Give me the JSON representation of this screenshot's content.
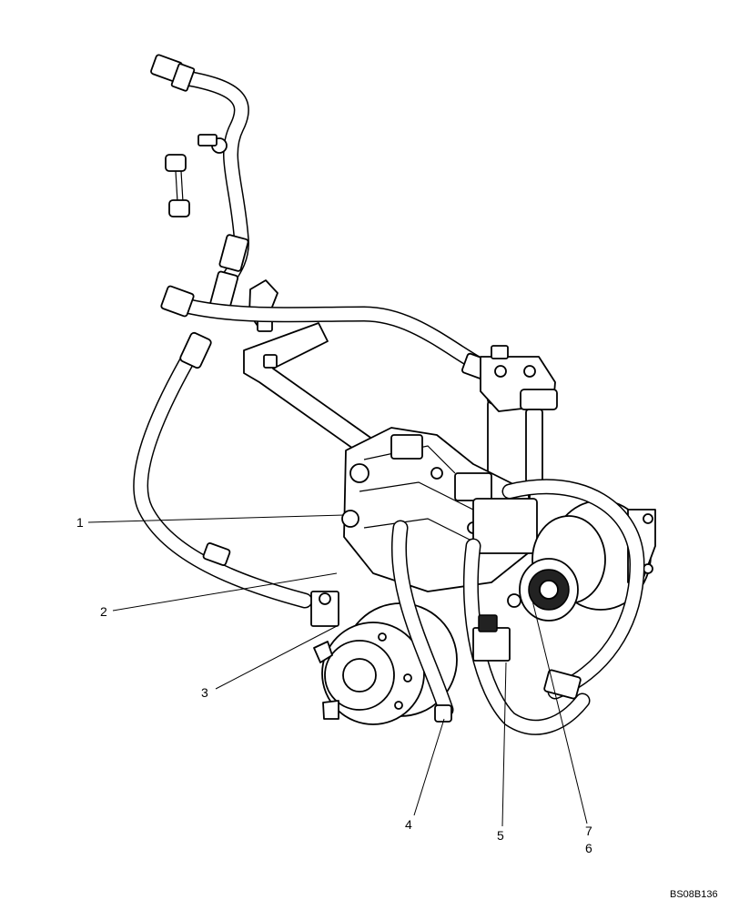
{
  "callouts": [
    {
      "id": "1",
      "label": "1"
    },
    {
      "id": "2",
      "label": "2"
    },
    {
      "id": "3",
      "label": "3"
    },
    {
      "id": "4",
      "label": "4"
    },
    {
      "id": "5",
      "label": "5"
    },
    {
      "id": "7",
      "label": "7"
    },
    {
      "id": "6",
      "label": "6"
    }
  ],
  "reference_code": "BS08B136"
}
